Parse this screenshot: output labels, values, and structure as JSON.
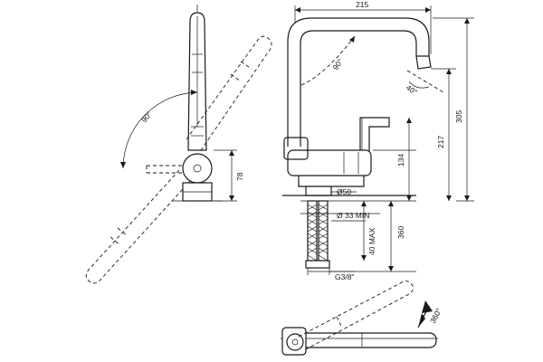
{
  "dimensions": {
    "spout_width": "215",
    "total_height": "305",
    "spout_height": "217",
    "body_height": "134",
    "hose_length": "360",
    "side_base_height": "78",
    "base_diameter": "Ø50",
    "hole_diameter": "Ø 33 MIN",
    "deck_thickness": "40 MAX",
    "connection": "G3/8\""
  },
  "angles": {
    "side_swivel": "90°",
    "spout_swivel": "90°",
    "aerator_tilt": "40°",
    "top_rotation": "360°"
  },
  "colors": {
    "line": "#1a1a1a",
    "background": "#ffffff"
  }
}
